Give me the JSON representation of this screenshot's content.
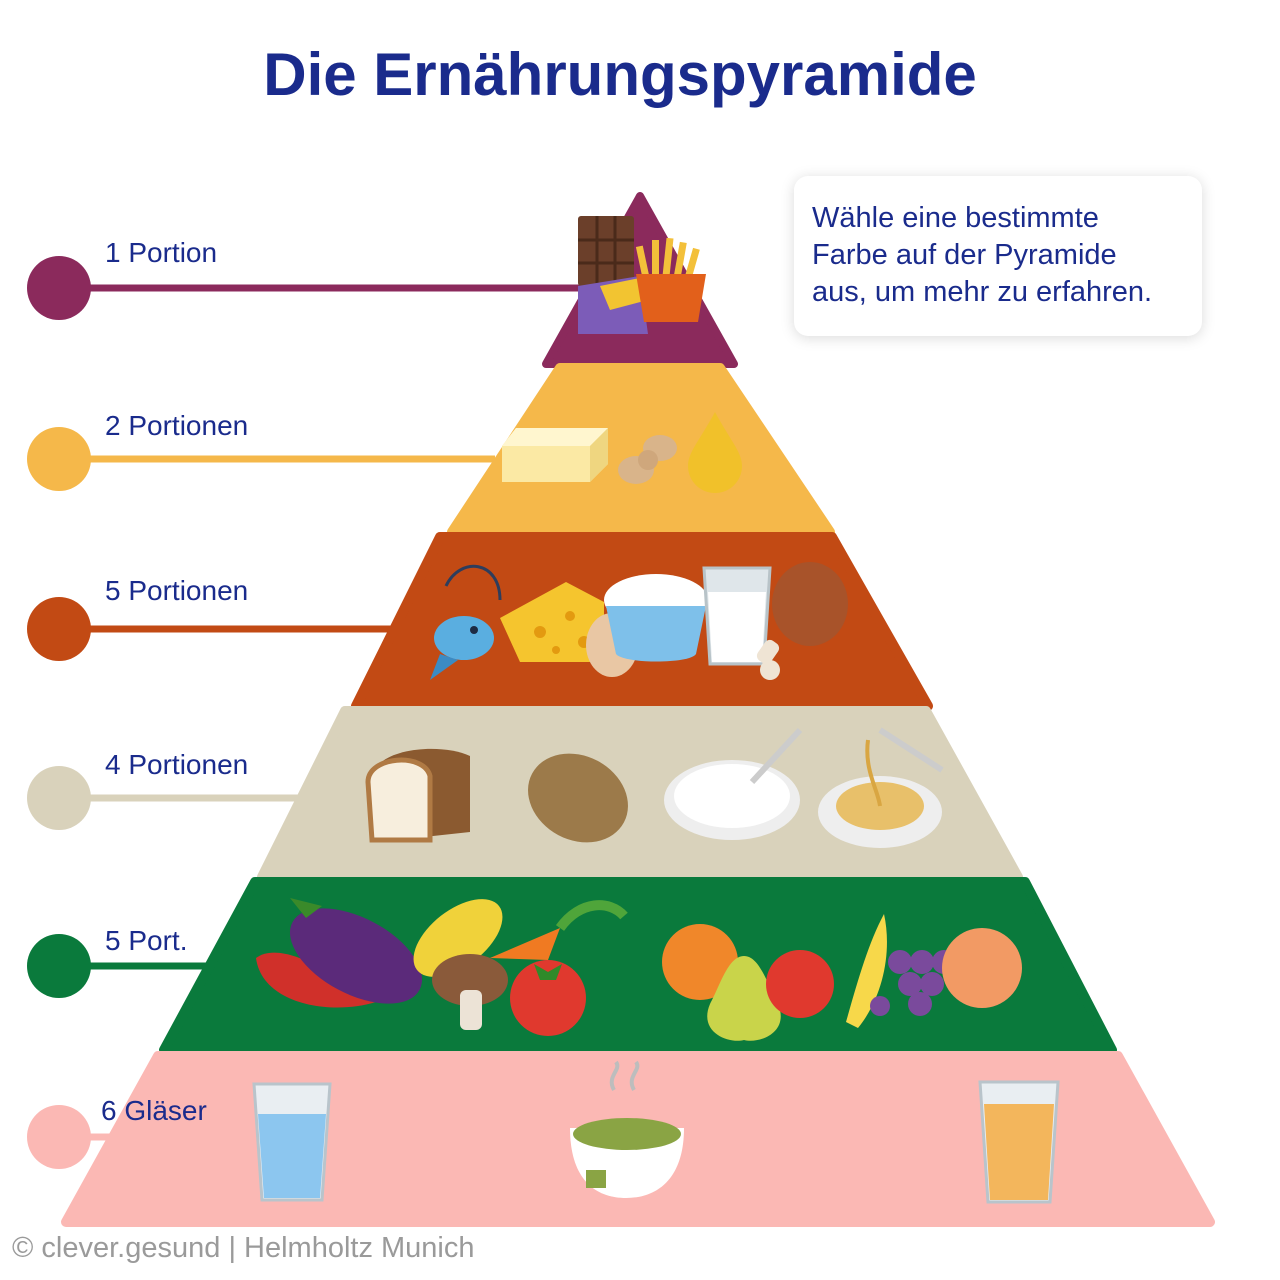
{
  "title": "Die Ernährungspyramide",
  "info_box": {
    "lines": [
      "Wähle eine bestimmte",
      "Farbe auf der Pyramide",
      "aus, um mehr zu erfahren."
    ]
  },
  "levels": [
    {
      "label": "1 Portion",
      "color": "#8b2a5c",
      "foods": [
        "chocolate",
        "french-fries",
        "candy"
      ]
    },
    {
      "label": "2 Portionen",
      "color": "#f5b84a",
      "foods": [
        "butter",
        "peanut",
        "oil-drop"
      ]
    },
    {
      "label": "5 Portionen",
      "color": "#c24a14",
      "foods": [
        "fish",
        "cheese",
        "egg",
        "yogurt",
        "milk",
        "chicken-leg"
      ]
    },
    {
      "label": "4 Portionen",
      "color": "#d9d2bb",
      "foods": [
        "bread",
        "potato",
        "rice",
        "pasta"
      ]
    },
    {
      "label": "5 Port.",
      "color": "#0a7a3c",
      "foods": [
        "chili",
        "eggplant",
        "corn",
        "mushroom",
        "carrot",
        "tomato",
        "orange",
        "pear",
        "apple",
        "banana",
        "grapes",
        "peach"
      ]
    },
    {
      "label": "6 Gläser",
      "color": "#fbb8b4",
      "foods": [
        "water-glass",
        "tea-cup",
        "juice-glass"
      ]
    }
  ],
  "footer": "© clever.gesund | Helmholtz Munich"
}
